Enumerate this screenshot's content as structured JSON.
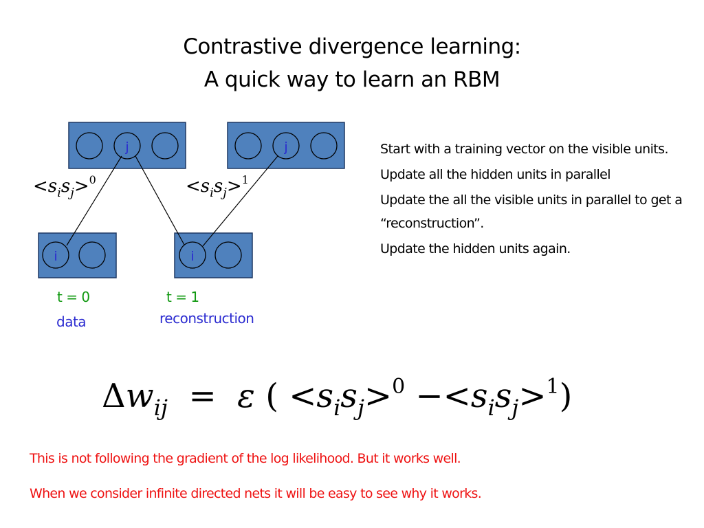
{
  "slide": {
    "title_line1": "Contrastive divergence learning:",
    "title_line2": "A quick way to learn an RBM",
    "colors": {
      "unit_box_fill": "#4f81bd",
      "unit_box_stroke": "#1f3864",
      "unit_label": "#2a2ad0",
      "time_label": "#119911",
      "note_text": "#ee1111"
    }
  },
  "diagram": {
    "hidden_unit_label": "j",
    "visible_unit_label": "i",
    "correlation_t0": {
      "open": "<",
      "s": "s",
      "i": "i",
      "j": "j",
      "close": ">",
      "superscript": "0"
    },
    "correlation_t1": {
      "open": "<",
      "s": "s",
      "i": "i",
      "j": "j",
      "close": ">",
      "superscript": "1"
    },
    "phases": [
      {
        "time_label": "t = 0",
        "name": "data"
      },
      {
        "time_label": "t = 1",
        "name": "reconstruction"
      }
    ]
  },
  "steps": [
    "Start with a training vector on the visible units.",
    "Update all the hidden units in parallel",
    "Update the all the visible units in parallel to get a “reconstruction”.",
    "Update the hidden units again."
  ],
  "equation": {
    "lhs_delta": "Δ",
    "lhs_w": "w",
    "lhs_sub": "ij",
    "equals": "=",
    "epsilon": "ε",
    "open_paren": "(",
    "term1": "<s",
    "term1_sub_i": "i",
    "term1_s": "s",
    "term1_sub_j": "j",
    "term1_close": ">",
    "term1_sup": "0",
    "minus": "−",
    "term2": "<s",
    "term2_sub_i": "i",
    "term2_s": "s",
    "term2_sub_j": "j",
    "term2_close": ">",
    "term2_sup": "1",
    "close_paren": ")"
  },
  "notes": [
    "This is not following the gradient of the log likelihood. But it works well.",
    "When we consider  infinite directed nets it will be easy to see why it works."
  ]
}
